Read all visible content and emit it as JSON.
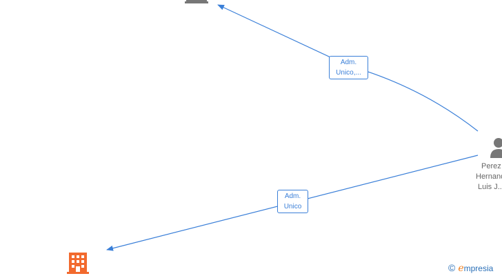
{
  "colors": {
    "edge": "#3a7fd8",
    "company_top": "#777777",
    "company_bottom": "#f26a2e",
    "person": "#777777"
  },
  "edges": [
    {
      "label_line1": "Adm.",
      "label_line2": "Unico,..."
    },
    {
      "label_line1": "Adm.",
      "label_line2": "Unico"
    }
  ],
  "nodes": {
    "person": {
      "icon": "person-icon",
      "line1": "Perez",
      "line2": "Hernandez",
      "line3": "Luis J..."
    },
    "company_top": {
      "icon": "building-icon"
    },
    "company_bottom": {
      "icon": "building-icon"
    }
  },
  "watermark": {
    "copyright": "©",
    "brand_initial": "e",
    "brand_rest": "mpresia"
  }
}
